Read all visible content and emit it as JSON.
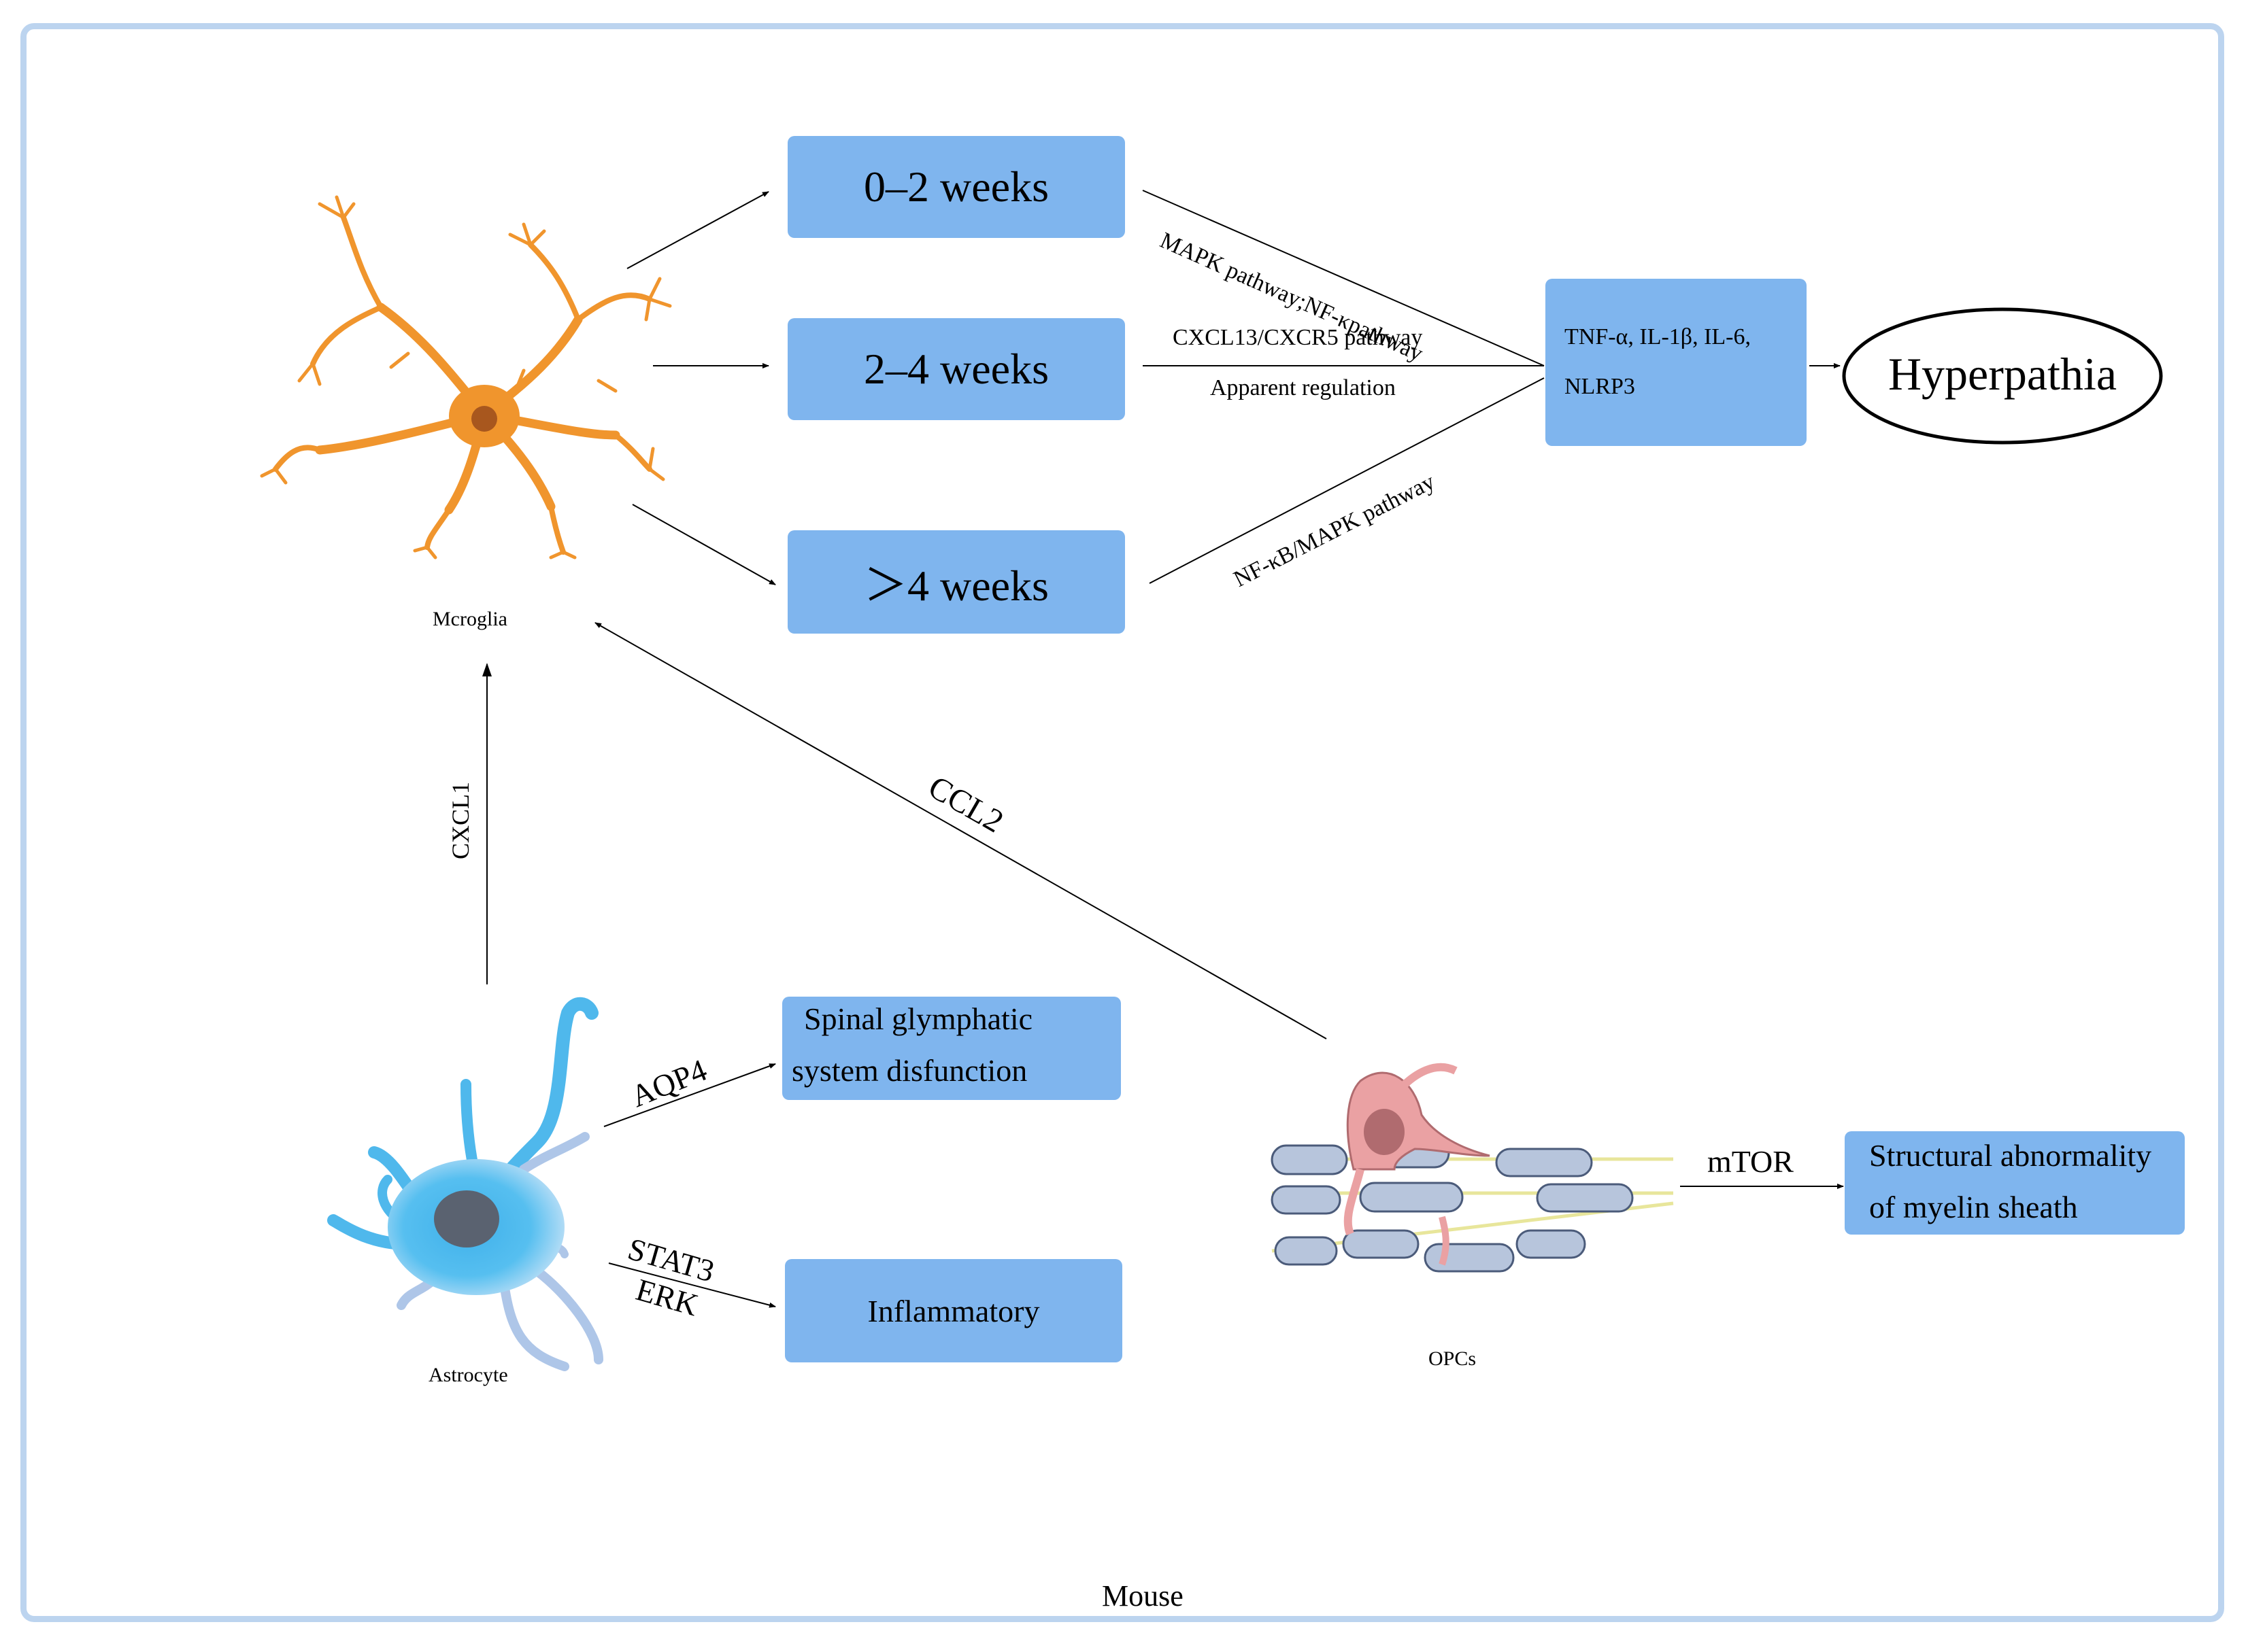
{
  "figure": {
    "caption": "Mouse",
    "colors": {
      "box_fill": "#7fb5ee",
      "frame_border": "#bcd4ef",
      "microglia": "#f0952d",
      "astrocyte": "#4fb8ec",
      "opc_body": "#eaa1a3",
      "myelin": "#b7c5dc"
    }
  },
  "cells": {
    "microglia": "Mcroglia",
    "astrocyte": "Astrocyte",
    "opcs": "OPCs"
  },
  "boxes": {
    "week_0_2": "0–2 weeks",
    "week_2_4": "2–4 weeks",
    "week_gt4": "＞4 weeks",
    "cytokines_line1": "TNF-α, IL-1β, IL-6,",
    "cytokines_line2": "NLRP3",
    "glymphatic_line1": "Spinal glymphatic",
    "glymphatic_line2": "system disfunction",
    "inflammatory": "Inflammatory",
    "myelin_line1": "Structural abnormality",
    "myelin_line2": "of myelin sheath"
  },
  "outcome": "Hyperpathia",
  "edges": {
    "mapk_nfkb": "MAPK pathway;NF-κpathway",
    "cxcl13": "CXCL13/CXCR5 pathway",
    "apparent": "Apparent regulation",
    "nfkb_mapk": "NF-κB/MAPK pathway",
    "cxcl1": "CXCL1",
    "ccl2": "CCL2",
    "aqp4": "AQP4",
    "stat3": "STAT3",
    "erk": "ERK",
    "mtor": "mTOR"
  }
}
